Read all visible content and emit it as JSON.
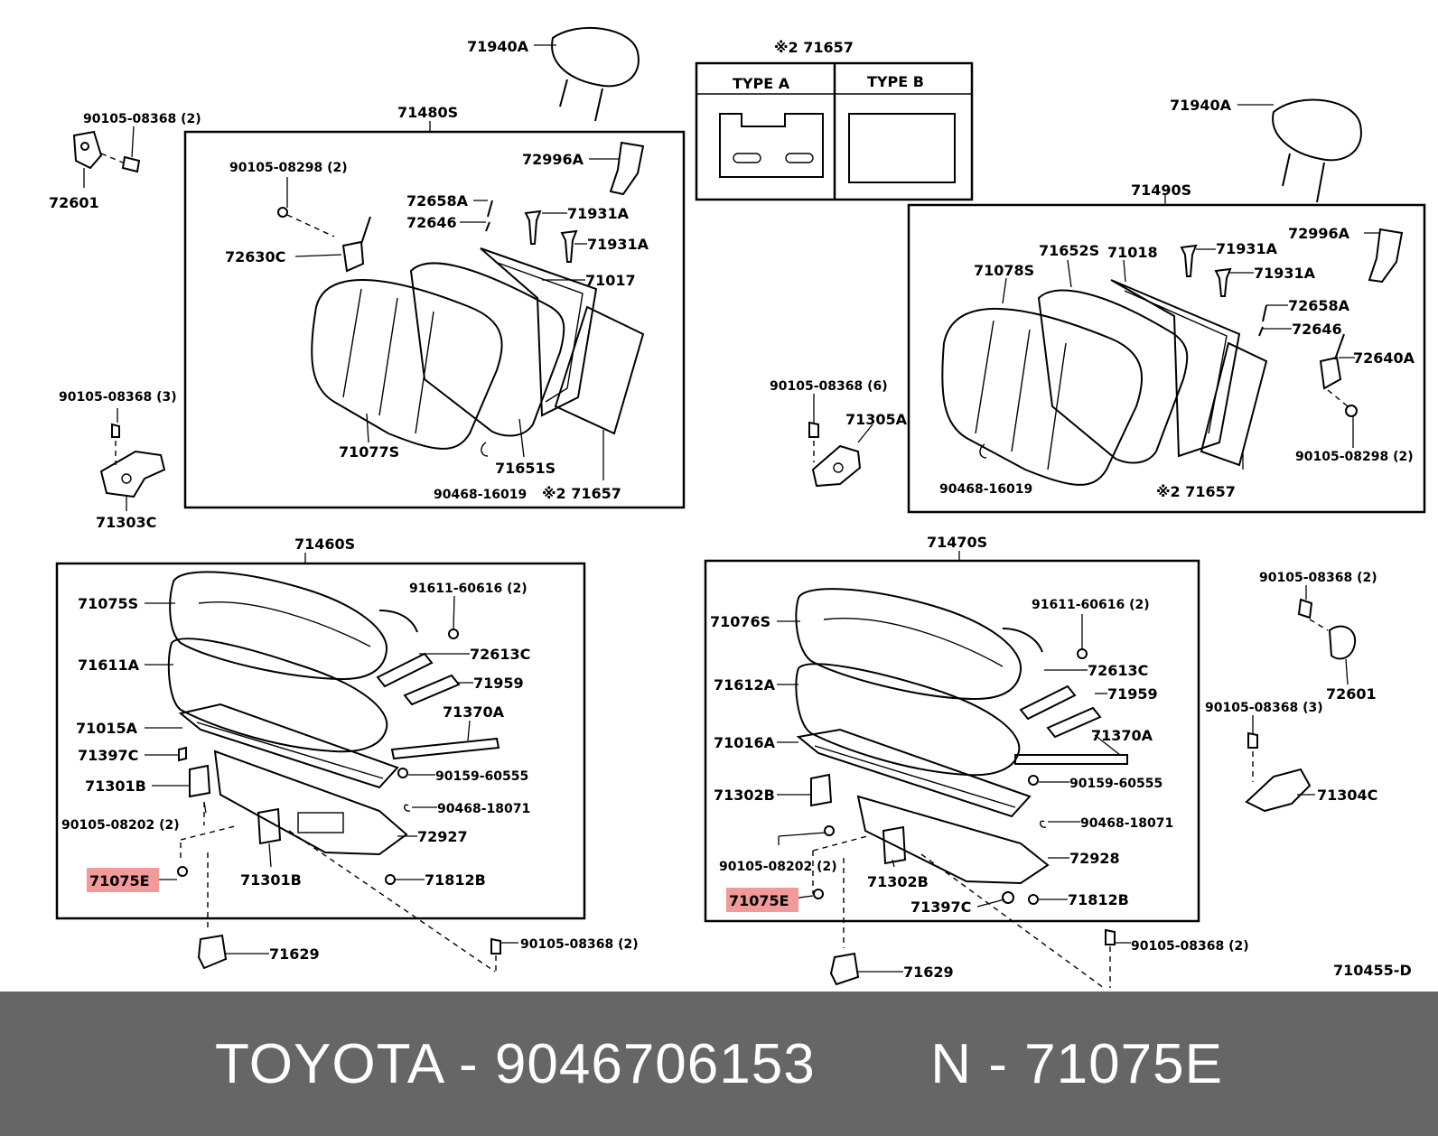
{
  "diagram": {
    "drawing_number": "710455-D",
    "type_box": {
      "heading": "※2 71657",
      "type_a": "TYPE  A",
      "type_b": "TYPE  B"
    },
    "labels": {
      "headrest_left": "71940A",
      "hinge_top_left_bolt": "90105-08368 (2)",
      "hinge_top_left": "72601",
      "back_left_assy": "71480S",
      "back_left_bolt": "90105-08298 (2)",
      "back_left_lock": "72630C",
      "back_left_pin": "72658A",
      "back_left_collar": "72646",
      "back_left_guide1": "71931A",
      "back_left_guide2": "71931A",
      "back_left_cover_top": "72996A",
      "back_left_frame": "71017",
      "back_left_pad": "71077S",
      "back_left_cover": "71651S",
      "back_left_clip": "90468-16019",
      "back_left_board": "※2 71657",
      "left_hinge_bolt": "90105-08368 (3)",
      "left_hinge": "71303C",
      "headrest_right": "71940A",
      "back_right_assy": "71490S",
      "back_right_pad": "71078S",
      "back_right_cover": "71652S",
      "back_right_frame": "71018",
      "back_right_guide1": "71931A",
      "back_right_guide2": "71931A",
      "back_right_cover_top": "72996A",
      "back_right_pin": "72658A",
      "back_right_collar": "72646",
      "back_right_lock": "72640A",
      "back_right_bolt": "90105-08298 (2)",
      "back_right_clip": "90468-16019",
      "back_right_board": "※2 71657",
      "center_hinge_bolt": "90105-08368 (6)",
      "center_hinge": "71305A",
      "cushion_left_assy": "71460S",
      "cushion_left_cover": "71075S",
      "cushion_left_pad": "71611A",
      "cushion_left_frame": "71015A",
      "cushion_left_cushion": "71397C",
      "cushion_left_hinge1": "71301B",
      "cushion_left_bolt_a": "90105-08202 (2)",
      "cushion_left_highlight": "71075E",
      "cushion_left_hinge2": "71301B",
      "cushion_left_screw": "91611-60616 (2)",
      "cushion_left_lock": "72613C",
      "cushion_left_strap": "71959",
      "cushion_left_plate": "71370A",
      "cushion_left_bolt_b": "90159-60555",
      "cushion_left_clip": "90468-18071",
      "cushion_left_panel": "72927",
      "cushion_left_stopper": "71812B",
      "cushion_left_cap": "71629",
      "cushion_left_bolt_c": "90105-08368 (2)",
      "cushion_right_assy": "71470S",
      "cushion_right_cover": "71076S",
      "cushion_right_pad": "71612A",
      "cushion_right_frame": "71016A",
      "cushion_right_hinge1": "71302B",
      "cushion_right_bolt_a": "90105-08202 (2)",
      "cushion_right_highlight": "71075E",
      "cushion_right_hinge2": "71302B",
      "cushion_right_cushion": "71397C",
      "cushion_right_screw": "91611-60616 (2)",
      "cushion_right_lock": "72613C",
      "cushion_right_strap": "71959",
      "cushion_right_plate": "71370A",
      "cushion_right_bolt_b": "90159-60555",
      "cushion_right_clip": "90468-18071",
      "cushion_right_panel": "72928",
      "cushion_right_stopper": "71812B",
      "cushion_right_cap": "71629",
      "cushion_right_bolt_c": "90105-08368 (2)",
      "right_hinge_top_bolt": "90105-08368 (2)",
      "right_hinge_top": "72601",
      "right_hinge_bolt": "90105-08368 (3)",
      "right_hinge": "71304C"
    }
  },
  "highlight_color": "#f29a9a",
  "footer": {
    "text": "TOYOTA - 9046706153       N - 71075E",
    "background": "#666666",
    "color": "#ffffff"
  }
}
